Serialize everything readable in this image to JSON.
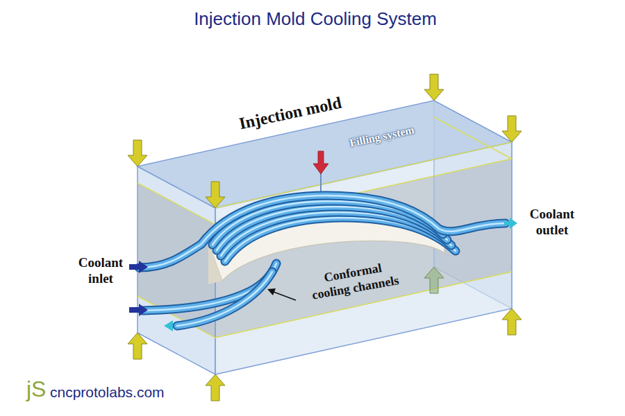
{
  "diagram": {
    "title": "Injection Mold Cooling System",
    "labels": [
      "Injection mold",
      "Filling system",
      "Coolant outlet",
      "Coolant inlet",
      "Conformal cooling channels",
      "jS",
      "cncprotolabs.com"
    ]
  }
}
